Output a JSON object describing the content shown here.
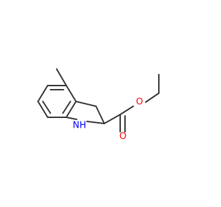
{
  "molecule": {
    "atoms": {
      "nh": {
        "label": "NH",
        "color": "#0000ff"
      },
      "o_ester": {
        "label": "O",
        "color": "#ff0000"
      },
      "o_carbonyl": {
        "label": "O",
        "color": "#ff0000"
      }
    },
    "bond_color": "#333333"
  }
}
